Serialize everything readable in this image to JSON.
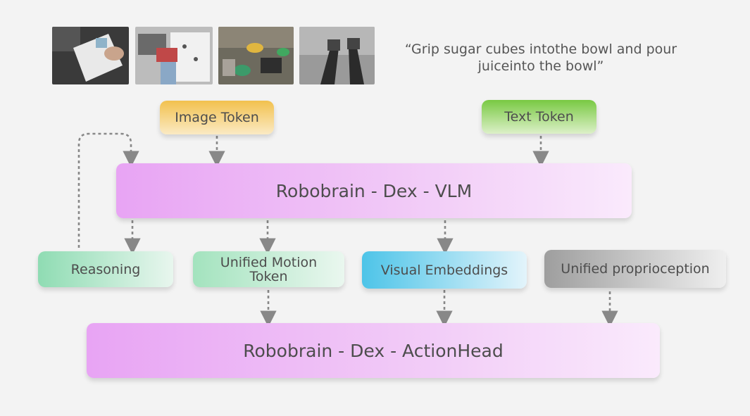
{
  "prompt": {
    "line1": "“Grip sugar cubes intothe bowl and pour",
    "line2": "juiceinto the bowl”"
  },
  "tokens": {
    "image": "Image Token",
    "text": "Text Token"
  },
  "vlm": "Robobrain - Dex - VLM",
  "outputs": {
    "reasoning": "Reasoning",
    "motion_line1": "Unified Motion",
    "motion_line2": "Token",
    "visual": "Visual Embeddings",
    "proprioception": "Unified proprioception"
  },
  "action_head": "Robobrain - Dex - ActionHead",
  "colors": {
    "image_token": "#f2c14e",
    "text_token": "#79c943",
    "vlm": "#e8a4f4",
    "reasoning": "#8fdcb3",
    "visual": "#4dc4e8",
    "proprio": "#9e9e9e",
    "arrow": "#888888"
  }
}
